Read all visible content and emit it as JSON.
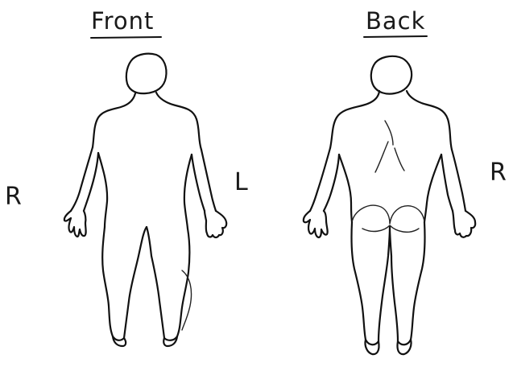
{
  "diagram": {
    "front_title": "Front",
    "back_title": "Back",
    "front_right_label": "R",
    "front_left_label": "L",
    "back_right_label": "R"
  }
}
